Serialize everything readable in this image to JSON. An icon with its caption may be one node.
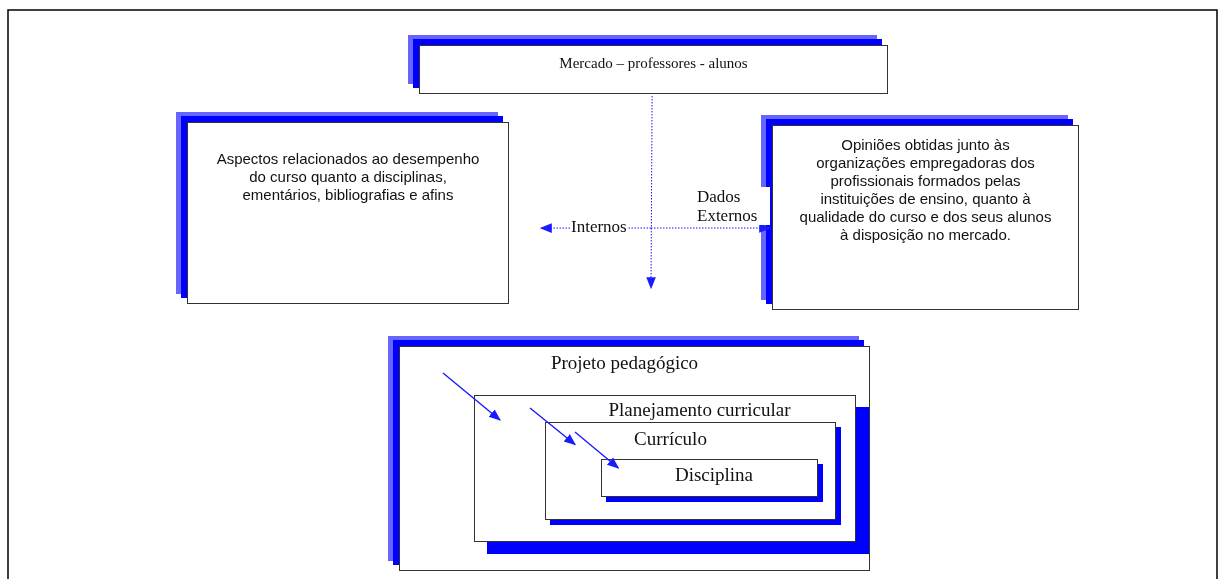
{
  "diagram": {
    "nodes": [
      {
        "text": [
          "Mercado – professores - alunos"
        ]
      },
      {
        "text": [
          "Aspectos relacionados ao desempenho do curso quanto a disciplinas, ementários, bibliografias e afins"
        ]
      },
      {
        "text": [
          "Opiniões obtidas junto às organizações empregadoras dos profissionais formados pelas instituições de ensino, quanto à qualidade do curso e dos seus alunos à disposição no mercado."
        ]
      },
      {
        "text": [
          "Projeto pedagógico"
        ]
      },
      {
        "text": [
          "Planejamento curricular"
        ],
        "in": 3
      },
      {
        "text": [
          "Currículo"
        ],
        "in": 4
      },
      {
        "text": [
          "Disciplina"
        ],
        "in": 5
      }
    ],
    "edges": [
      {
        "from": 0,
        "to": null,
        "arrow": "to",
        "style": "dashed"
      },
      {
        "from": null,
        "to": 1,
        "arrow": "to",
        "style": "dashed",
        "label": "Internos"
      },
      {
        "from": null,
        "to": 2,
        "arrow": "to",
        "style": "dashed",
        "label": "Dados Externos"
      },
      {
        "from": null,
        "to": 4,
        "arrow": "to"
      },
      {
        "from": null,
        "to": 5,
        "arrow": "to"
      },
      {
        "from": null,
        "to": 6,
        "arrow": "to"
      }
    ]
  }
}
